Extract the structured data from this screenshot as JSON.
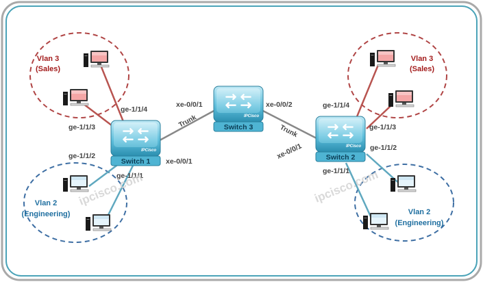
{
  "colors": {
    "vlan3": "#a31c1c",
    "vlan2": "#1f6fa0",
    "vlan3_link": "#b85450",
    "vlan2_link": "#5fa8bf",
    "trunk_link": "#888888",
    "switch_body": "#6ec6df",
    "frame_outer": "#a9a9a9",
    "frame_inner": "#4aa3b8"
  },
  "switches": {
    "s1": "Switch 1",
    "s2": "Switch 2",
    "s3": "Switch 3"
  },
  "brand": "IPCisco",
  "watermark": "ipcisco.com",
  "trunk_label": "Trunk",
  "vlans": {
    "left_top": {
      "name": "Vlan 3",
      "sub": "(Sales)"
    },
    "left_bottom": {
      "name": "Vlan 2",
      "sub": "(Engineering)"
    },
    "right_top": {
      "name": "Vlan 3",
      "sub": "(Sales)"
    },
    "right_bottom": {
      "name": "Vlan 2",
      "sub": "(Engineering)"
    }
  },
  "ports": {
    "s1_ge114": "ge-1/1/4",
    "s1_ge113": "ge-1/1/3",
    "s1_ge112": "ge-1/1/2",
    "s1_ge111": "ge-1/1/1",
    "s1_xe001": "xe-0/0/1",
    "s3_xe001": "xe-0/0/1",
    "s3_xe002": "xe-0/0/2",
    "s2_xe001": "xe-0/0/1",
    "s2_ge114": "ge-1/1/4",
    "s2_ge113": "ge-1/1/3",
    "s2_ge112": "ge-1/1/2",
    "s2_ge111": "ge-1/1/1"
  }
}
